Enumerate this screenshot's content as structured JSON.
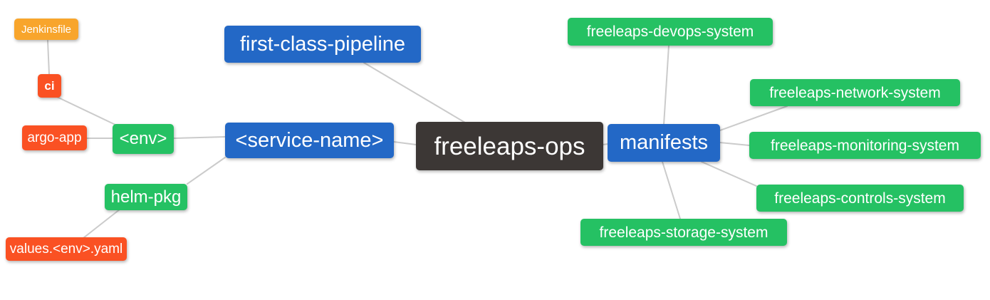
{
  "diagram": {
    "type": "mindmap",
    "root": "freeleaps-ops",
    "palette": {
      "node_blue": "#2368c6",
      "node_green": "#25c163",
      "node_red": "#fa5123",
      "node_orange": "#f8a52c",
      "node_dark": "#3c3735",
      "connector": "#cbcbcb",
      "background": "#ffffff",
      "text": "#ffffff"
    },
    "nodes": {
      "freeleaps_ops": {
        "label": "freeleaps-ops",
        "color": "#3c3735"
      },
      "first_class_pipeline": {
        "label": "first-class-pipeline",
        "color": "#2368c6"
      },
      "service_name": {
        "label": "<service-name>",
        "color": "#2368c6"
      },
      "manifests": {
        "label": "manifests",
        "color": "#2368c6"
      },
      "env": {
        "label": "<env>",
        "color": "#25c163"
      },
      "helm_pkg": {
        "label": "helm-pkg",
        "color": "#25c163"
      },
      "ci": {
        "label": "ci",
        "color": "#fa5123"
      },
      "argo_app": {
        "label": "argo-app",
        "color": "#fa5123"
      },
      "values_env_yaml": {
        "label": "values.<env>.yaml",
        "color": "#fa5123"
      },
      "jenkinsfile": {
        "label": "Jenkinsfile",
        "color": "#f8a52c"
      },
      "devops_system": {
        "label": "freeleaps-devops-system",
        "color": "#25c163"
      },
      "network_system": {
        "label": "freeleaps-network-system",
        "color": "#25c163"
      },
      "monitoring_system": {
        "label": "freeleaps-monitoring-system",
        "color": "#25c163"
      },
      "controls_system": {
        "label": "freeleaps-controls-system",
        "color": "#25c163"
      },
      "storage_system": {
        "label": "freeleaps-storage-system",
        "color": "#25c163"
      }
    },
    "edges": [
      {
        "from": "jenkinsfile",
        "to": "ci"
      },
      {
        "from": "ci",
        "to": "env"
      },
      {
        "from": "argo_app",
        "to": "env"
      },
      {
        "from": "env",
        "to": "service_name"
      },
      {
        "from": "service_name",
        "to": "helm_pkg"
      },
      {
        "from": "helm_pkg",
        "to": "values_env_yaml"
      },
      {
        "from": "first_class_pipeline",
        "to": "freeleaps_ops"
      },
      {
        "from": "service_name",
        "to": "freeleaps_ops"
      },
      {
        "from": "freeleaps_ops",
        "to": "manifests"
      },
      {
        "from": "manifests",
        "to": "devops_system"
      },
      {
        "from": "manifests",
        "to": "network_system"
      },
      {
        "from": "manifests",
        "to": "monitoring_system"
      },
      {
        "from": "manifests",
        "to": "controls_system"
      },
      {
        "from": "manifests",
        "to": "storage_system"
      }
    ]
  }
}
